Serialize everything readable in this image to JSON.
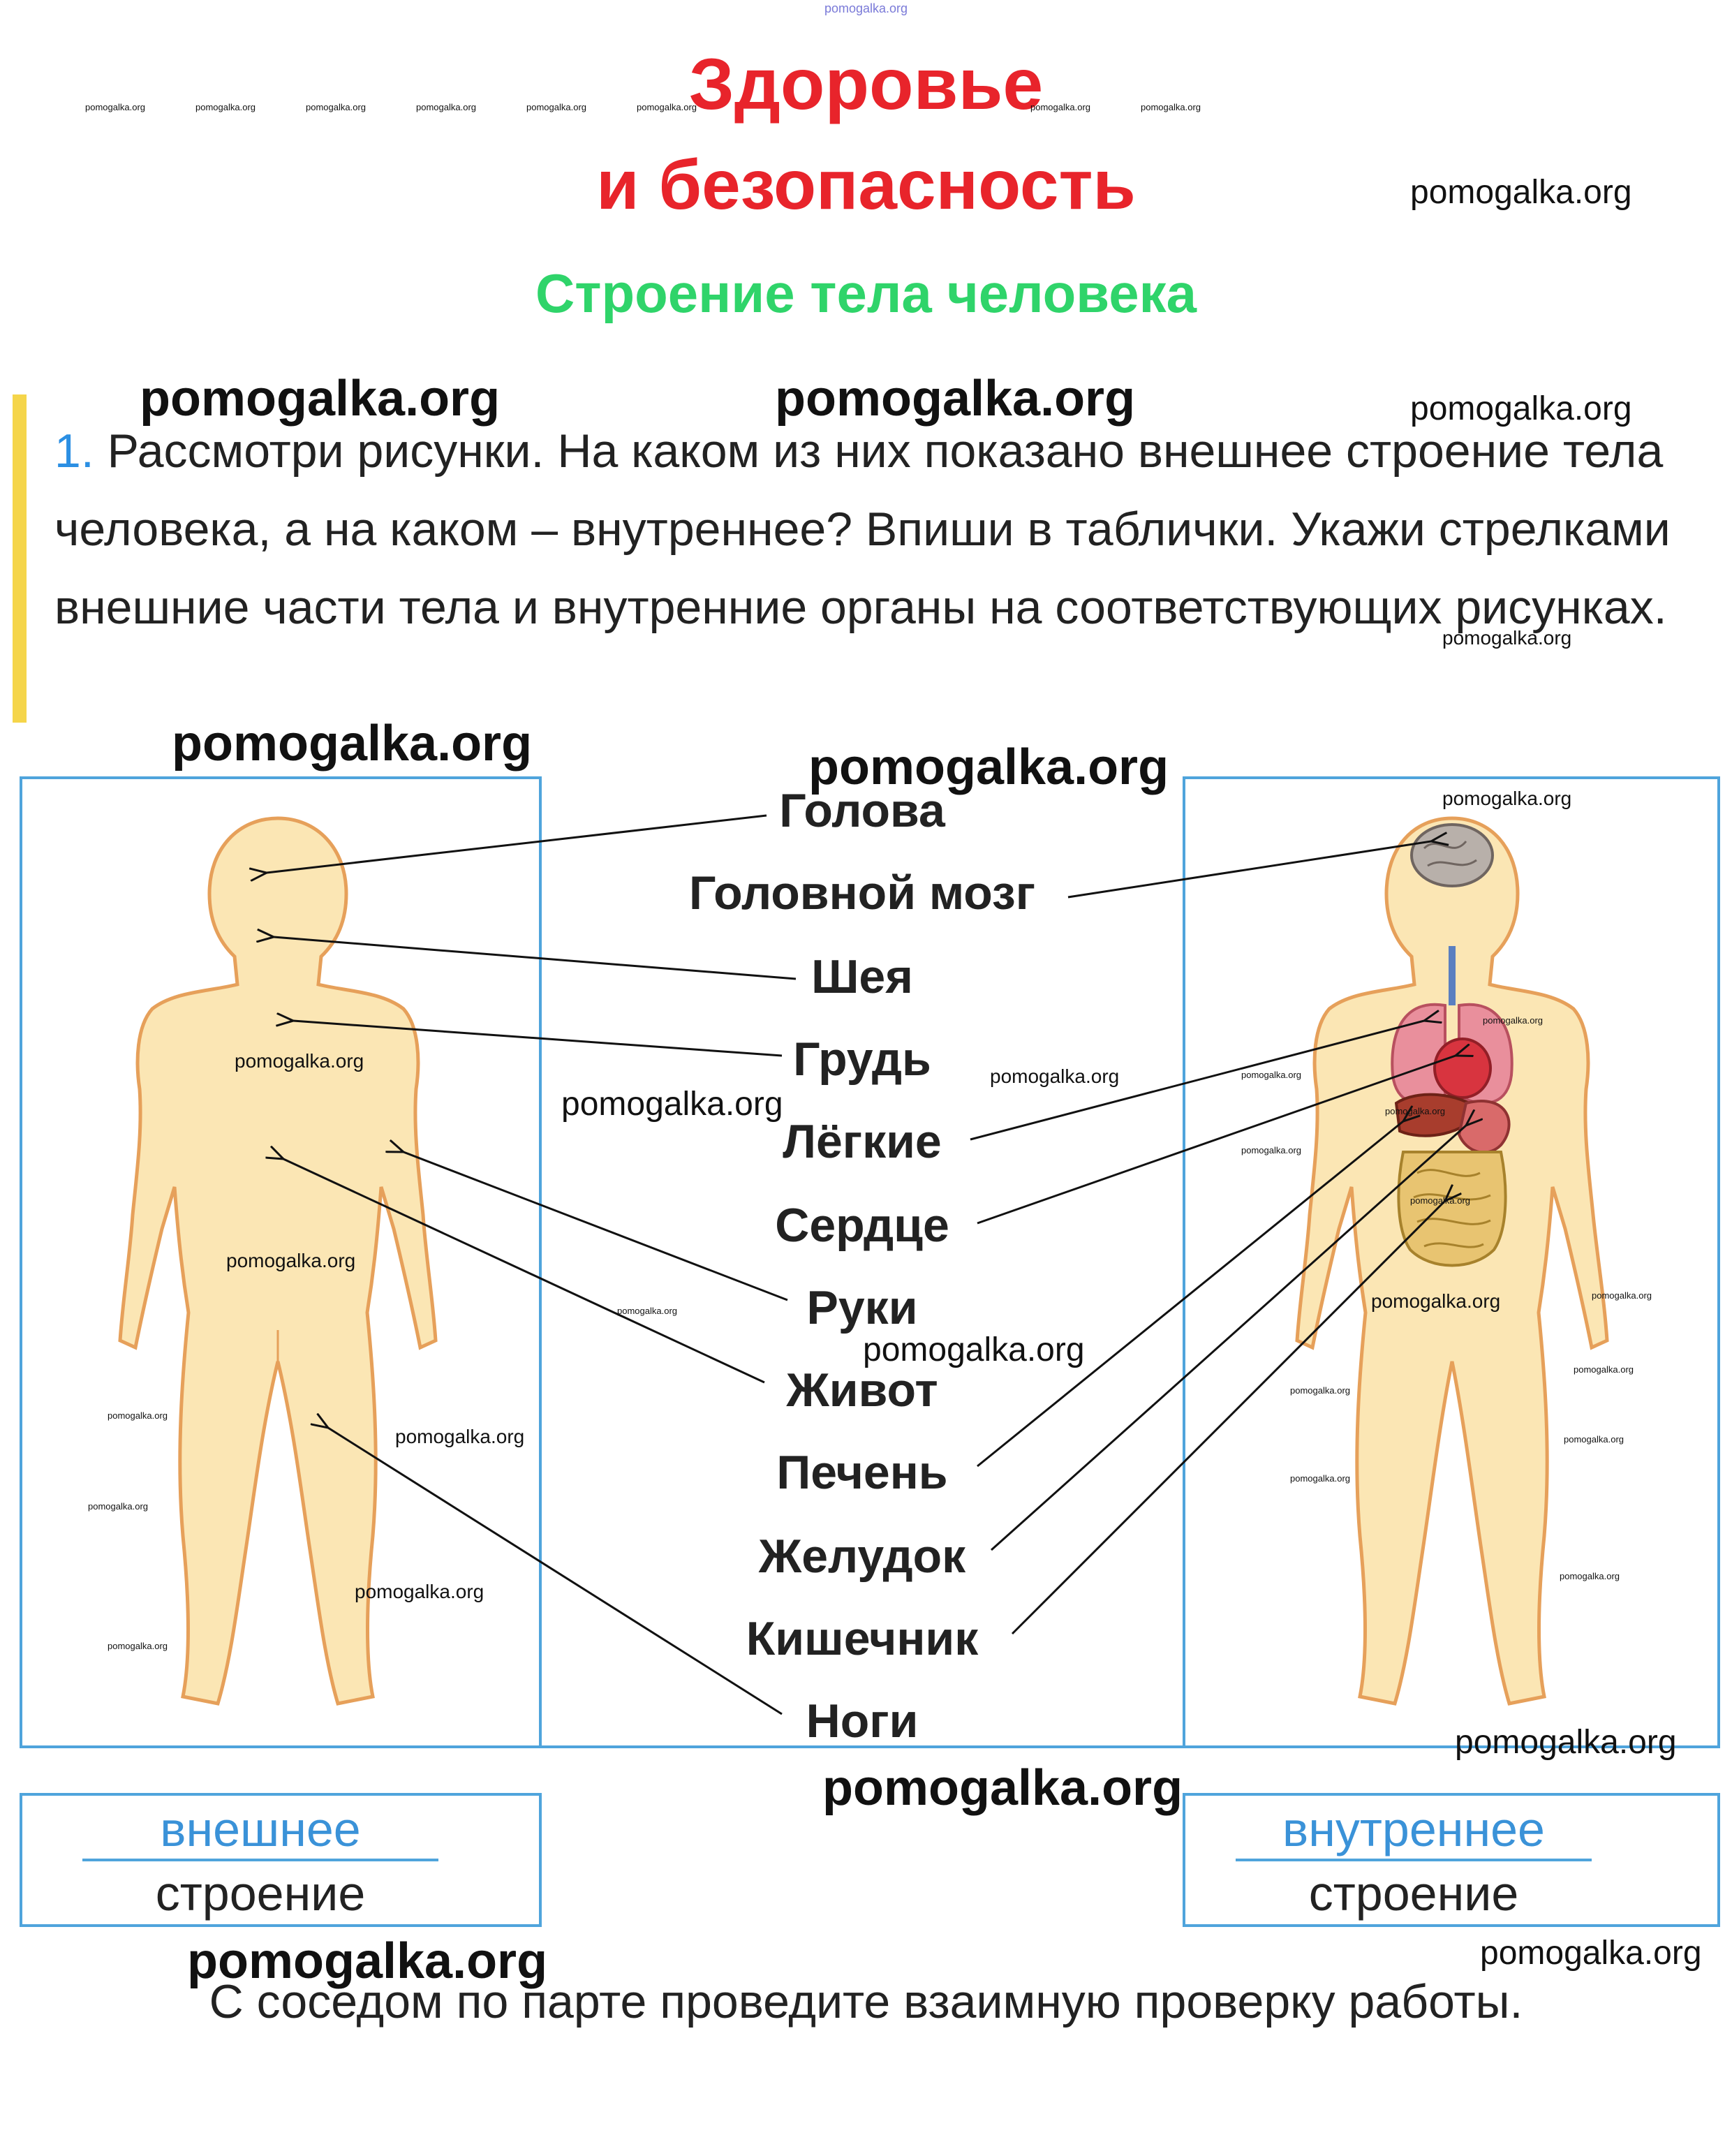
{
  "header": {
    "top_watermark": "pomogalka.org",
    "title_line1": "Здоровье",
    "title_line2": "и безопасность",
    "subtitle": "Строение тела человека"
  },
  "task": {
    "number": "1.",
    "text": "Рассмотри рисунки. На каком из них показано внешнее строение тела человека, а на каком – внутреннее? Впиши в таблички. Укажи стрелками внешние части тела и внутренние органы на соответствующих рисунках."
  },
  "terms": [
    "Голова",
    "Головной мозг",
    "Шея",
    "Грудь",
    "Лёгкие",
    "Сердце",
    "Руки",
    "Живот",
    "Печень",
    "Желудок",
    "Кишечник",
    "Ноги"
  ],
  "answers": {
    "left": {
      "word": "внешнее",
      "label": "строение"
    },
    "right": {
      "word": "внутреннее",
      "label": "строение"
    }
  },
  "footer": "С соседом по парте проведите взаимную проверку работы.",
  "watermark": "pomogalka.org",
  "colors": {
    "title": "#e8242b",
    "subtitle": "#2fd46a",
    "accent": "#2b8fe3",
    "frame": "#4fa4dc",
    "bar": "#f5d54a",
    "skin": "#fbe6b4"
  }
}
